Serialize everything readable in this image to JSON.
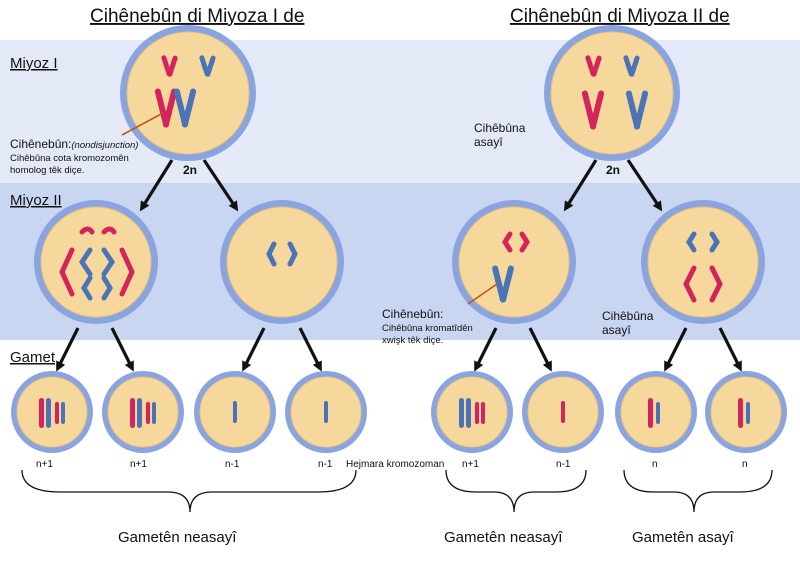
{
  "titles": {
    "left": "Cihênebûn di Miyoza I de",
    "right": "Cihênebûn di Miyoza II de"
  },
  "row_labels": {
    "meiosis1": "Miyoz I",
    "meiosis2": "Miyoz II",
    "gamete": "Gamet"
  },
  "annotations": {
    "left_nondisjunction_title": "Cihênebûn:",
    "left_nondisjunction_term": "(nondisjunction)",
    "left_nondisjunction_line1": "Cihêbûna cota kromozomên",
    "left_nondisjunction_line2": "homolog têk diçe.",
    "right_normal_top_line1": "Cihêbûna",
    "right_normal_top_line2": "asayî",
    "right_nondisjunction_title": "Cihênebûn:",
    "right_nondisjunction_line1": "Cihêbûna kromatîdên",
    "right_nondisjunction_line2": "xwişk têk diçe.",
    "right_normal_mid_line1": "Cihêbûna",
    "right_normal_mid_line2": "asayî"
  },
  "ploidy": {
    "left": "2n",
    "right": "2n"
  },
  "chromosome_count_label": "Hejmara kromozoman",
  "gamete_counts": [
    "n+1",
    "n+1",
    "n-1",
    "n-1",
    "n+1",
    "n-1",
    "n",
    "n"
  ],
  "group_labels": {
    "left_abnormal": "Gametên neasayî",
    "right_abnormal": "Gametên neasayî",
    "right_normal": "Gametên asayî"
  },
  "colors": {
    "band_blue": "#dfe6f6",
    "band_blue_dark": "#cbd7f1",
    "cell_membrane": "#8aa4e0",
    "cytoplasm": "#f6d89c",
    "chromosome_red": "#d3245c",
    "chromosome_blue": "#4b73b8"
  }
}
